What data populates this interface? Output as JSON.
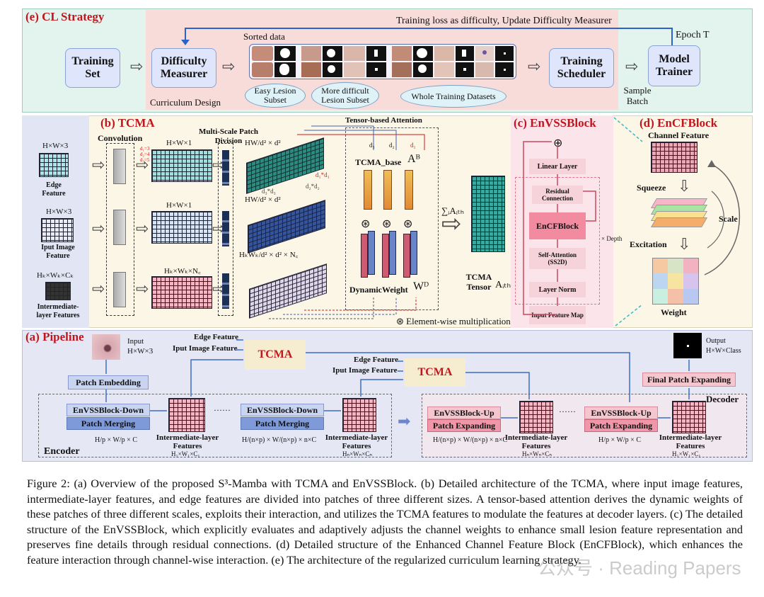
{
  "panel_e": {
    "title": "(e) CL Strategy",
    "loss_note": "Training loss as difficulty, Update Difficulty Measurer",
    "epoch": "Epoch T",
    "training_set": "Training Set",
    "difficulty_measurer": "Difficulty Measurer",
    "sorted_data": "Sorted data",
    "curriculum_design": "Curriculum Design",
    "easy_subset": "Easy Lesion Subset",
    "difficult_subset": "More difficult Lesion Subset",
    "whole_datasets": "Whole Training Datasets",
    "training_scheduler": "Training Scheduler",
    "sample_batch": "Sample Batch",
    "model_trainer": "Model Trainer"
  },
  "panel_b": {
    "title": "(b) TCMA",
    "convolution": "Convolution",
    "multiscale": "Multi-Scale Patch Division",
    "tensor_attention": "Tensor-based Attention",
    "edge_dims": "H×W×3",
    "edge_label": "Edge Feature",
    "input_dims": "H×W×3",
    "input_label": "Iput Image Feature",
    "inter_dims": "Hₖ×Wₖ×Cₖ",
    "inter_label": "Intermediate-layer Features",
    "out1_dims": "H×W×1",
    "out2_dims": "H×W×1",
    "out3_dims": "Hₖ×Wₖ×N꜀",
    "d1": "d₁=3",
    "d2": "d₂=4",
    "d3": "d₃=5",
    "patch1": "HW/d² × d²",
    "patch2": "HW/d² × d²",
    "patch3": "HₖWₖ/d² × d² × N꜀",
    "d1d1": "d₁*d₁",
    "d2d2": "d₂*d₂",
    "d3d3": "d₃*d₃",
    "k_d1": "d₁",
    "k_d2": "d₂",
    "k_d3": "d₃",
    "tcma_base": "TCMA_base",
    "ab": "Aᴮ",
    "dynamic_weight": "DynamicWeight",
    "wd": "Wᴰ",
    "sum": "∑ᵢAᵢₜₕ",
    "tensor_out": "TCMA Tensor",
    "aith": "Aᵢₜₕ",
    "elementwise": "⊛ Element-wise multiplication"
  },
  "panel_c": {
    "title": "(c) EnVSSBlock",
    "linear": "Linear Layer",
    "residual": "Residual Connection",
    "encf": "EnCFBlock",
    "self_attn": "Self-Attention (SS2D)",
    "layer_norm": "Layer Norm",
    "input_map": "Input Feature Map",
    "depth": "× Depth"
  },
  "panel_d": {
    "title": "(d) EnCFBlock",
    "channel_feature": "Channel Feature",
    "squeeze": "Squeeze",
    "scale": "Scale",
    "excitation": "Excitation",
    "weight": "Weight"
  },
  "panel_a": {
    "title": "(a) Pipeline",
    "input": "Input",
    "input_dims": "H×W×3",
    "edge_feature": "Edge Feature",
    "iput_image_feature": "Iput Image Feature",
    "tcma": "TCMA",
    "edge_feature2": "Edge Feature",
    "iput_image_feature2": "Iput Image Feature",
    "tcma2": "TCMA",
    "output": "Output",
    "output_dims": "H×W×Class",
    "patch_embedding": "Patch Embedding",
    "final_expanding": "Final Patch Expanding",
    "decoder": "Decoder",
    "encoder": "Encoder",
    "env_down1": "EnVSSBlock-Down",
    "merge1": "Patch Merging",
    "dim_enc1": "H/p × W/p × C",
    "feat1": "Intermediate-layer Features",
    "feat1_dims": "H₁×W₁×C₁",
    "dots": "······",
    "env_down2": "EnVSSBlock-Down",
    "merge2": "Patch Merging",
    "dim_enc2": "H/(n×p) × W/(n×p) × n×C",
    "feat2": "Intermediate-layer Features",
    "feat2_dims": "Hₙ×Wₙ×Cₙ",
    "env_up1": "EnVSSBlock-Up",
    "expand1": "Patch Expanding",
    "dim_dec1": "H/(n×p) × W/(n×p) × n×C",
    "feat3": "Intermediate-layer Features",
    "feat3_dims": "Hₙ×Wₙ×Cₙ",
    "dots2": "······",
    "env_up2": "EnVSSBlock-Up",
    "expand2": "Patch Expanding",
    "dim_dec2": "H/p × W/p × C",
    "feat4": "Intermediate-layer Features",
    "feat4_dims": "H₁×W₁×C₁"
  },
  "caption": {
    "text": "Figure 2: (a) Overview of the proposed S³-Mamba with TCMA and EnVSSBlock. (b) Detailed architecture of the TCMA, where input image features, intermediate-layer features, and edge features are divided into patches of three different sizes. A tensor-based attention derives the dynamic weights of these patches of three different scales, exploits their interaction, and utilizes the TCMA features to modulate the features at decoder layers. (c) The detailed structure of the EnVSSBlock, which explicitly evaluates and adaptively adjusts the channel weights to enhance small lesion feature representation and preserves fine details through residual connections. (d) Detailed structure of the Enhanced Channel Feature Block (EnCFBlock), which enhances the feature interaction through channel-wise interaction. (e) The architecture of the regularized curriculum learning strategy."
  },
  "watermark": "公众号 · Reading Papers",
  "colors": {
    "title_red": "#c0161e",
    "panel_e_bg": "#e3f4ee",
    "curriculum_bg": "#f7dcd9",
    "panel_b_bg": "#fbf6e6",
    "panel_a_bg": "#e5e7f5",
    "tcma_box": "#f6ecd0",
    "pink_box": "#f6c6cf",
    "blue_box": "#c8d4f0"
  }
}
